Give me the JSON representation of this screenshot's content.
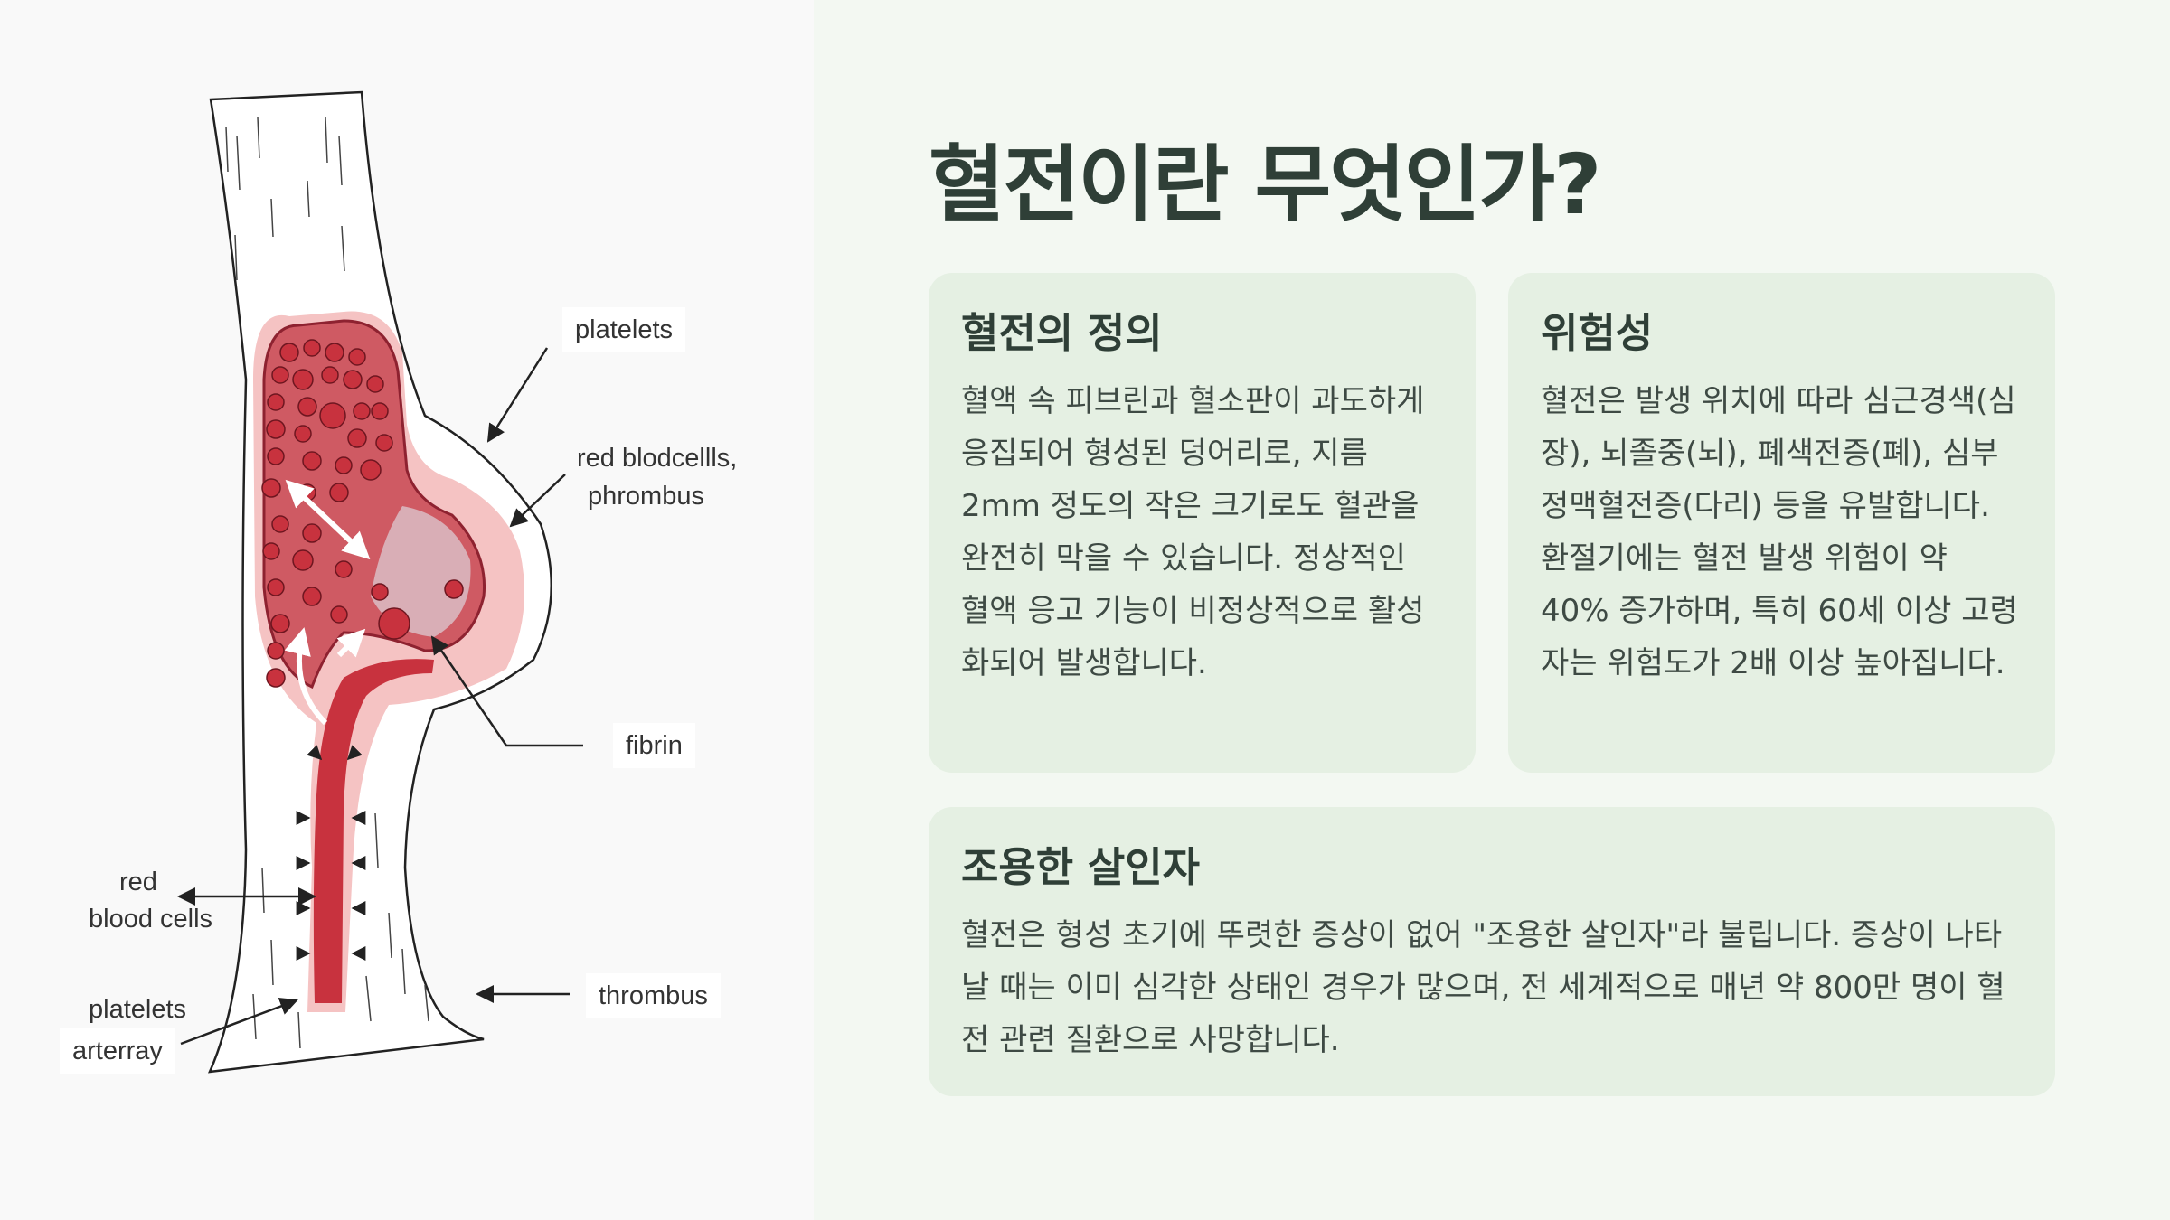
{
  "illustration": {
    "labels": {
      "platelets_top": "platelets",
      "red_blood_cells_thrombus_line1": "red blodcellls,",
      "red_blood_cells_thrombus_line2": "phrombus",
      "fibrin": "fibrin",
      "red_blood_cells_line1": "red",
      "red_blood_cells_line2": "blood cells",
      "thrombus": "thrombus",
      "platelets_bottom": "platelets",
      "arterray": "arterray"
    },
    "colors": {
      "blood": "#c8323e",
      "clot": "#cf5a63",
      "halo": "#f5c3c3",
      "outline": "#333333"
    }
  },
  "page": {
    "title": "혈전이란 무엇인가?"
  },
  "cards": {
    "definition": {
      "title": "혈전의 정의",
      "body": "혈액 속 피브린과 혈소판이 과도하게 응집되어 형성된 덩어리로, 지름 2mm 정도의 작은 크기로도 혈관을 완전히 막을 수 있습니다. 정상적인 혈액 응고 기능이 비정상적으로 활성화되어 발생합니다."
    },
    "risk": {
      "title": "위험성",
      "body": "혈전은 발생 위치에 따라 심근경색(심장), 뇌졸중(뇌), 폐색전증(폐), 심부정맥혈전증(다리) 등을 유발합니다. 환절기에는 혈전 발생 위험이 약 40% 증가하며, 특히 60세 이상 고령자는 위험도가 2배 이상 높아집니다."
    },
    "silent_killer": {
      "title": "조용한 살인자",
      "body": "혈전은 형성 초기에 뚜렷한 증상이 없어 \"조용한 살인자\"라 불립니다. 증상이 나타날 때는 이미 심각한 상태인 경우가 많으며, 전 세계적으로 매년 약 800만 명이 혈전 관련 질환으로 사망합니다."
    }
  },
  "theme": {
    "background": "#f3f8f2",
    "card_background": "#e5f0e3",
    "title_color": "#2f3f37",
    "text_color": "#3e4a44"
  }
}
